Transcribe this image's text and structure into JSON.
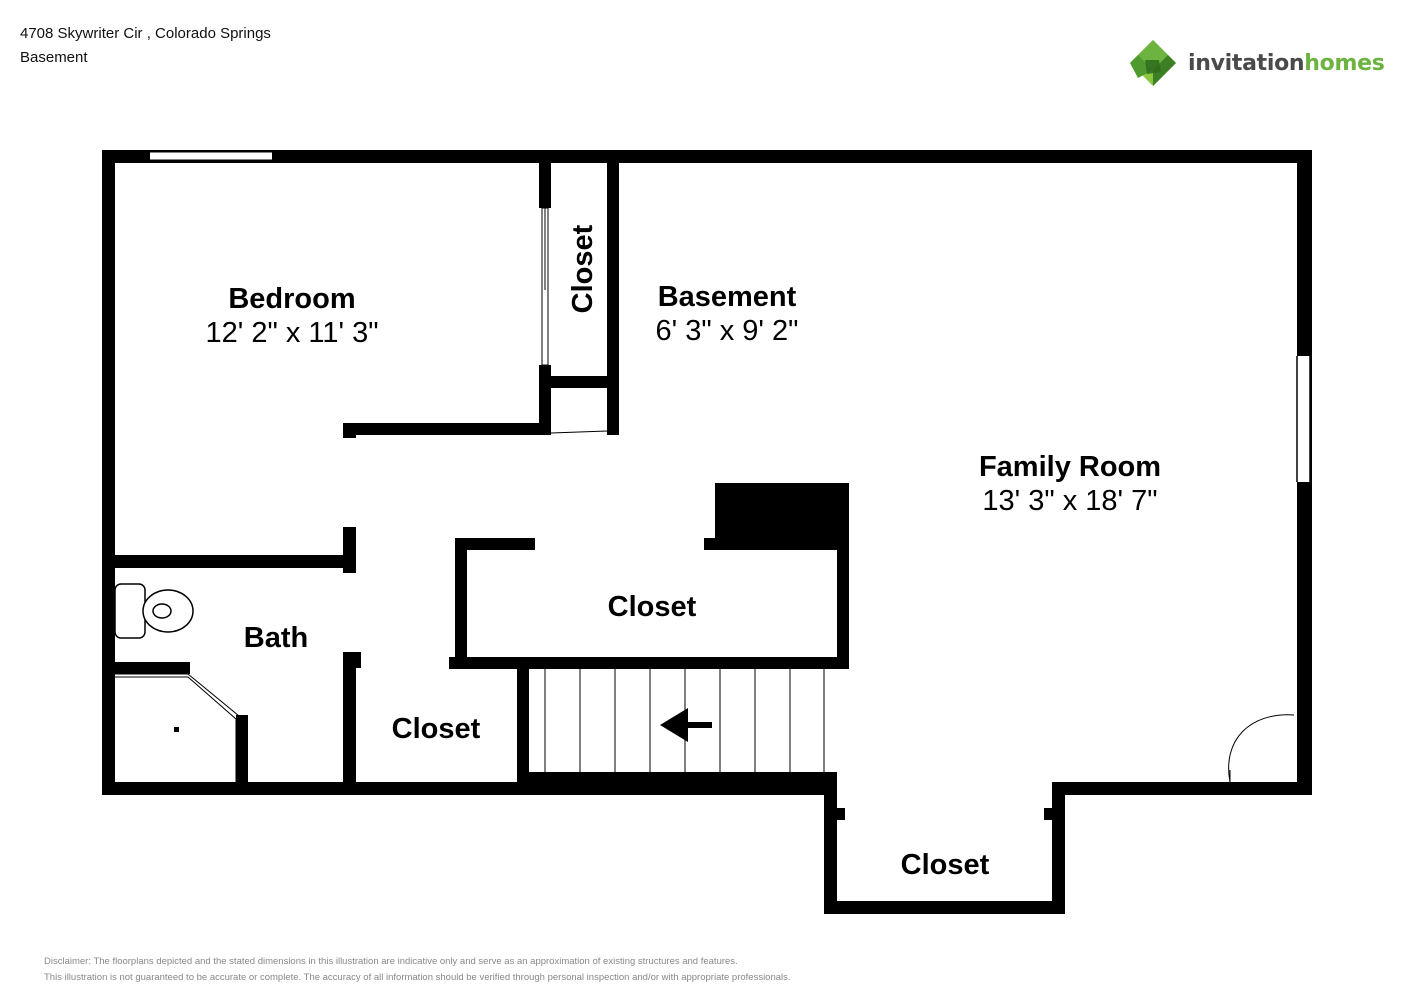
{
  "header": {
    "address": "4708 Skywriter Cir , Colorado Springs",
    "level": "Basement"
  },
  "logo": {
    "icon": "invitation-homes-logo-icon",
    "word1": "invitation",
    "word2": "homes",
    "color_dark": "#4a4a4a",
    "color_green": "#6cb43f"
  },
  "rooms": {
    "bedroom": {
      "name": "Bedroom",
      "dims": "12' 2\" x 11' 3\""
    },
    "basement": {
      "name": "Basement",
      "dims": "6' 3\" x 9' 2\""
    },
    "family_room": {
      "name": "Family Room",
      "dims": "13' 3\" x 18' 7\""
    },
    "bath": {
      "name": "Bath"
    },
    "closet_vertical": {
      "name": "Closet"
    },
    "closet_center": {
      "name": "Closet"
    },
    "closet_lower_left": {
      "name": "Closet"
    },
    "closet_bottom": {
      "name": "Closet"
    }
  },
  "disclaimer": {
    "line1": "Disclaimer: The floorplans depicted and the stated dimensions in this illustration are indicative only and serve as an approximation of existing structures and features.",
    "line2": "This illustration is not guaranteed to be accurate or complete. The accuracy of all information should be verified through personal inspection and/or with appropriate professionals."
  },
  "colors": {
    "wall": "#000000",
    "background": "#ffffff"
  }
}
